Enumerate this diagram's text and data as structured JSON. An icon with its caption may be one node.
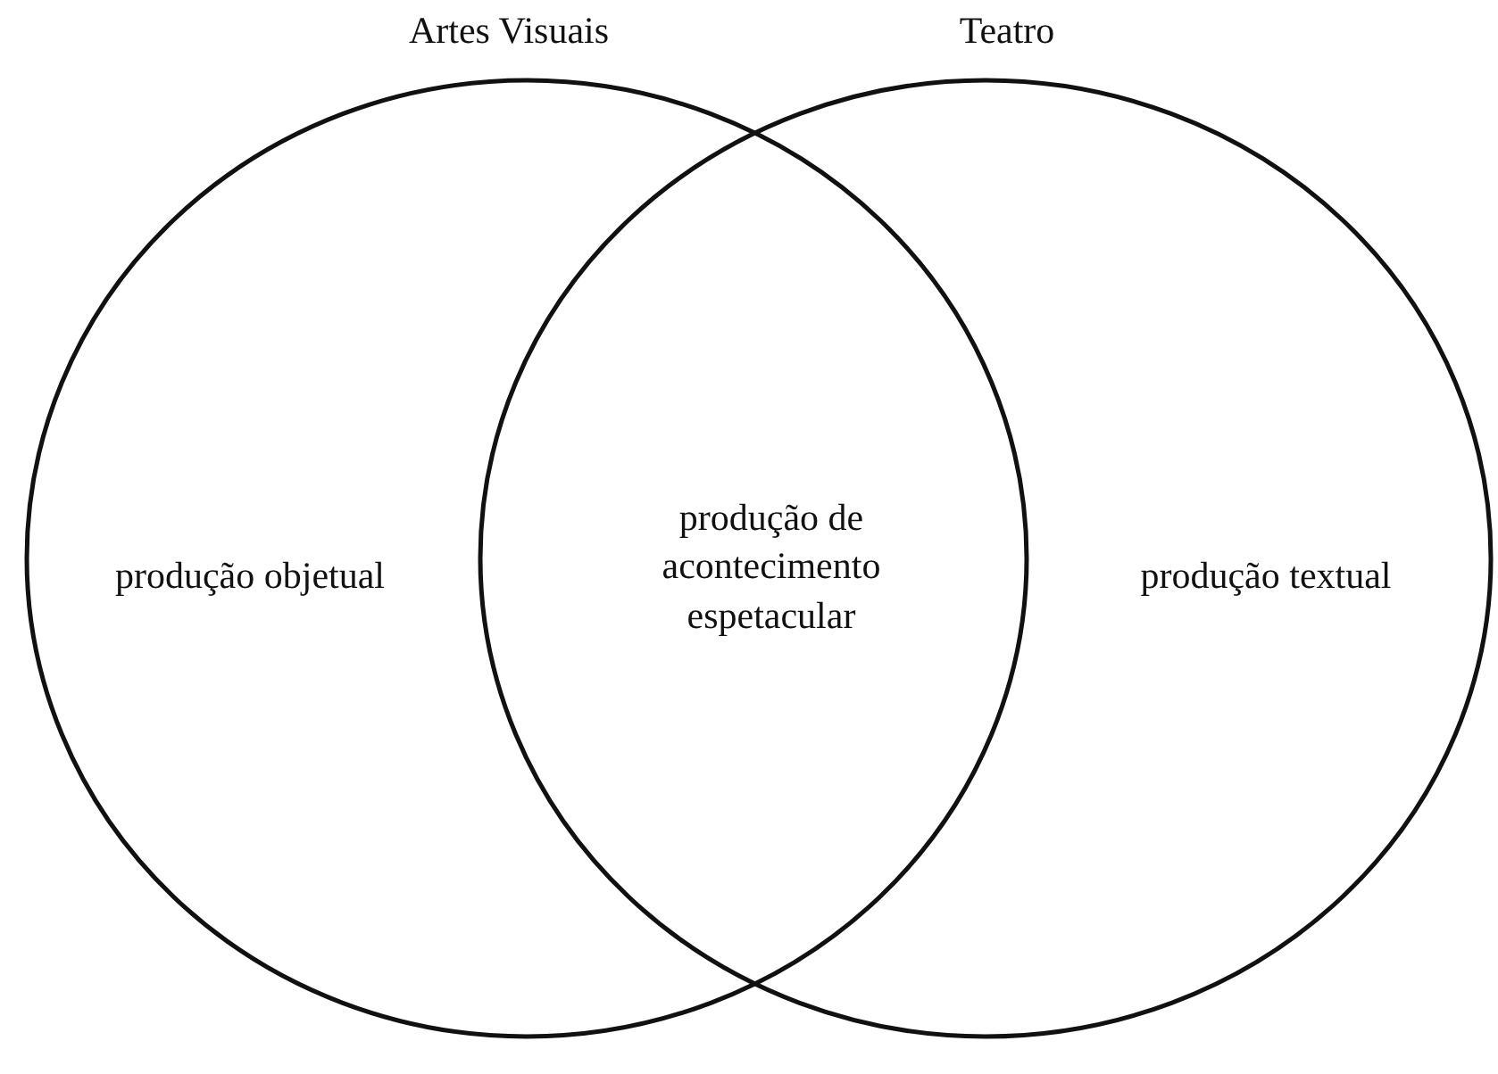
{
  "diagram": {
    "nodes": [
      {
        "text": [
          "Artes Visuais",
          "produção objetual"
        ]
      },
      {
        "text": [
          "Teatro",
          "produção textual"
        ]
      }
    ],
    "edges": [],
    "labels": [
      "produção de acontecimento espetacular"
    ]
  }
}
